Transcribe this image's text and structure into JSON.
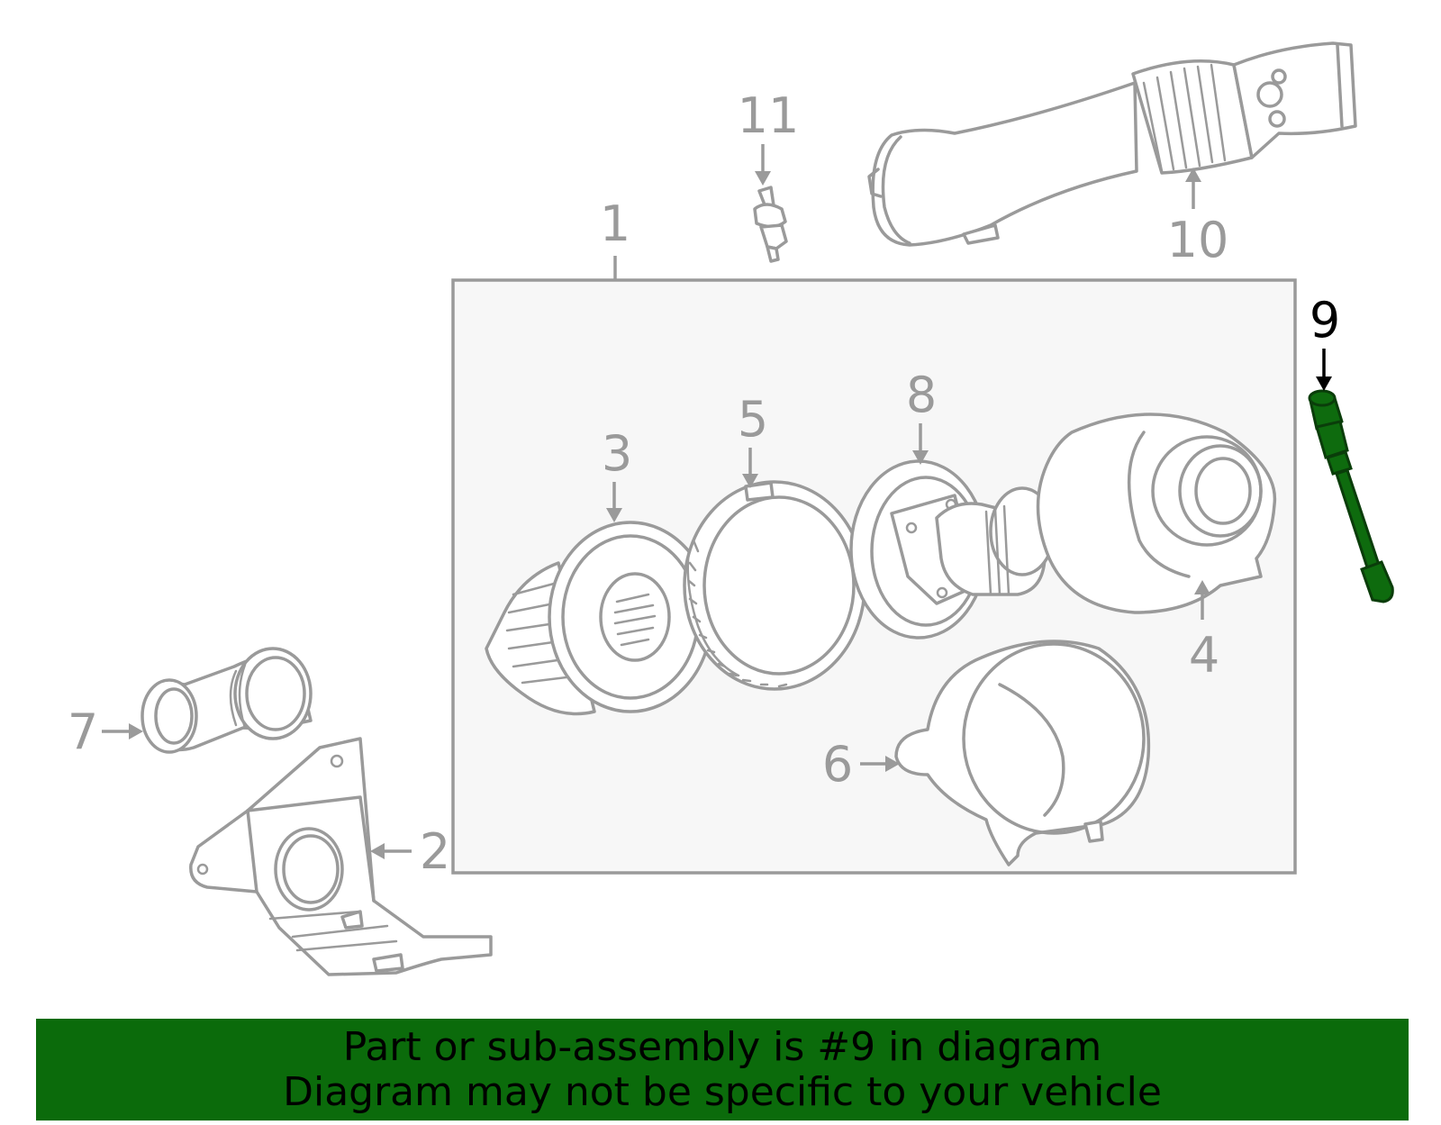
{
  "callouts": [
    {
      "id": "1",
      "label": "1",
      "highlighted": false
    },
    {
      "id": "2",
      "label": "2",
      "highlighted": false
    },
    {
      "id": "3",
      "label": "3",
      "highlighted": false
    },
    {
      "id": "4",
      "label": "4",
      "highlighted": false
    },
    {
      "id": "5",
      "label": "5",
      "highlighted": false
    },
    {
      "id": "6",
      "label": "6",
      "highlighted": false
    },
    {
      "id": "7",
      "label": "7",
      "highlighted": false
    },
    {
      "id": "8",
      "label": "8",
      "highlighted": false
    },
    {
      "id": "9",
      "label": "9",
      "highlighted": true
    },
    {
      "id": "10",
      "label": "10",
      "highlighted": false
    },
    {
      "id": "11",
      "label": "11",
      "highlighted": false
    }
  ],
  "banner": {
    "line1": "Part or sub-assembly is #9 in diagram",
    "line2": "Diagram may not be specific to your vehicle"
  },
  "colors": {
    "line_art": "#9a9a9a",
    "highlight_part": "#0e6b0e",
    "banner_background": "#0b6b0b",
    "assembly_box_fill": "#f7f7f7"
  }
}
